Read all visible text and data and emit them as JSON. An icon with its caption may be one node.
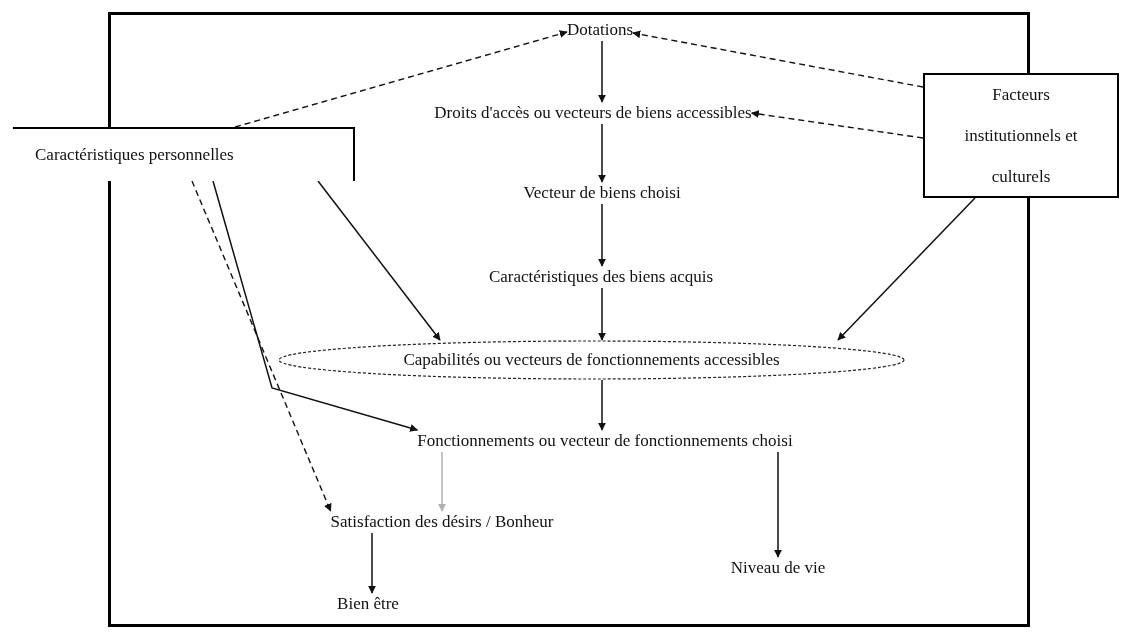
{
  "diagram": {
    "nodes": [
      {
        "text": [],
        "shape": "box"
      },
      {
        "text": [
          "Dotations"
        ],
        "in": 0
      },
      {
        "text": [
          "Droits d'accès ou vecteurs de biens accessibles"
        ],
        "in": 0
      },
      {
        "text": [
          "Vecteur de biens choisi"
        ],
        "in": 0
      },
      {
        "text": [
          "Caractéristiques des biens acquis"
        ],
        "in": 0
      },
      {
        "text": [
          "Capabilités ou vecteurs de fonctionnements accessibles"
        ],
        "in": 0
      },
      {
        "text": [
          "Fonctionnements ou vecteur de fonctionnements choisi"
        ],
        "in": 0
      },
      {
        "text": [
          "Satisfaction des désirs / Bonheur"
        ],
        "in": 0
      },
      {
        "text": [
          "Niveau de vie"
        ],
        "in": 0
      },
      {
        "text": [
          "Bien être"
        ],
        "in": 0
      },
      {
        "text": [
          "Caractéristiques personnelles"
        ]
      },
      {
        "text": [
          "Facteurs institutionnels et culturels"
        ]
      }
    ],
    "edges": [
      {
        "from": 1,
        "to": 2,
        "arrow": "to"
      },
      {
        "from": 2,
        "to": 3,
        "arrow": "to"
      },
      {
        "from": 3,
        "to": 4,
        "arrow": "to"
      },
      {
        "from": 4,
        "to": 5,
        "arrow": "to"
      },
      {
        "from": 5,
        "to": 6,
        "arrow": "to"
      },
      {
        "from": 6,
        "to": 7,
        "arrow": "to",
        "color": "#b0b0b0"
      },
      {
        "from": 6,
        "to": 8,
        "arrow": "to"
      },
      {
        "from": 7,
        "to": 9,
        "arrow": "to"
      },
      {
        "from": 10,
        "to": 1,
        "arrow": "to",
        "style": "dashed"
      },
      {
        "from": 11,
        "to": 1,
        "arrow": "to",
        "style": "dashed"
      },
      {
        "from": 11,
        "to": 2,
        "arrow": "to",
        "style": "dashed"
      },
      {
        "from": 11,
        "to": 5,
        "arrow": "to"
      },
      {
        "from": 10,
        "to": 5,
        "arrow": "to"
      },
      {
        "from": 10,
        "to": 6,
        "arrow": "to"
      },
      {
        "from": 10,
        "to": 7,
        "arrow": "to",
        "style": "dashed"
      }
    ]
  }
}
